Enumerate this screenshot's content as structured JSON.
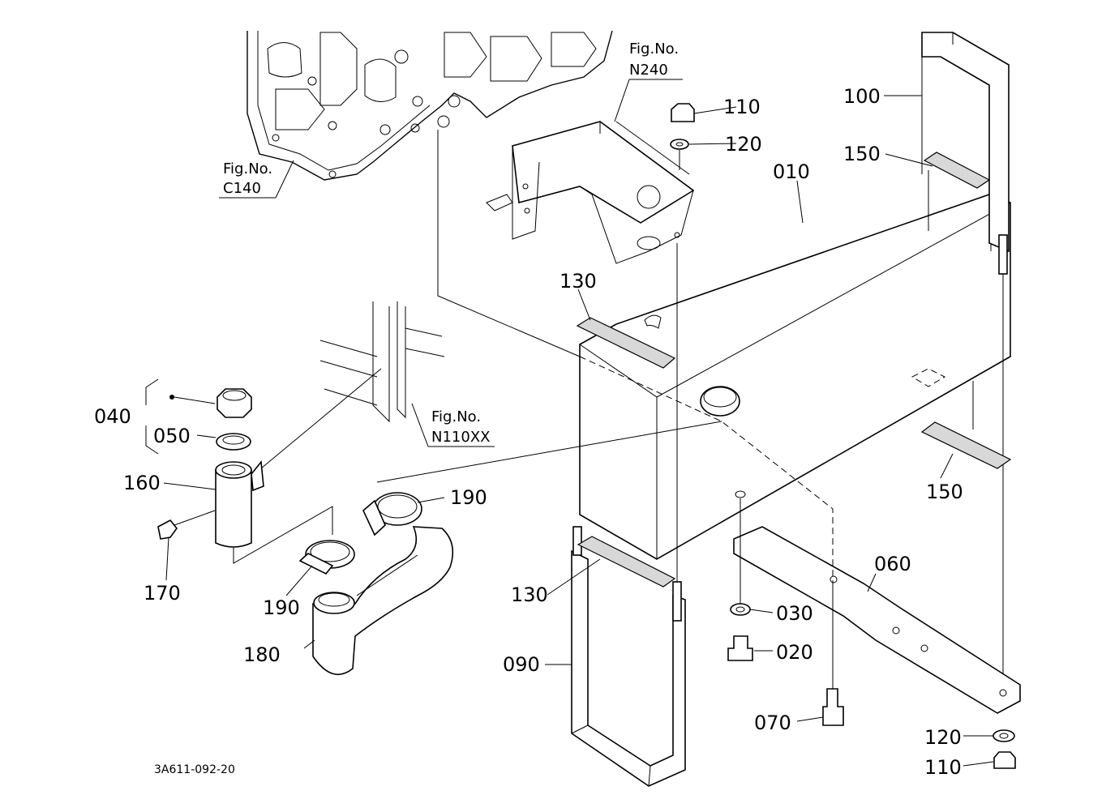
{
  "labels": {
    "p010": "010",
    "p020": "020",
    "p030": "030",
    "p040": "040",
    "p050": "050",
    "p060": "060",
    "p070": "070",
    "p090": "090",
    "p100": "100",
    "p110_top": "110",
    "p110_bottom": "110",
    "p120_top": "120",
    "p120_bottom": "120",
    "p130_top": "130",
    "p130_bottom": "130",
    "p150_top": "150",
    "p150_right": "150",
    "p160": "160",
    "p170": "170",
    "p180": "180",
    "p190_right": "190",
    "p190_left": "190"
  },
  "figrefs": {
    "n240_title": "Fig.No.",
    "n240_code": "N240",
    "c140_title": "Fig.No.",
    "c140_code": "C140",
    "n110_title": "Fig.No.",
    "n110_code": "N110XX"
  },
  "drawing_code": "3A611-092-20"
}
